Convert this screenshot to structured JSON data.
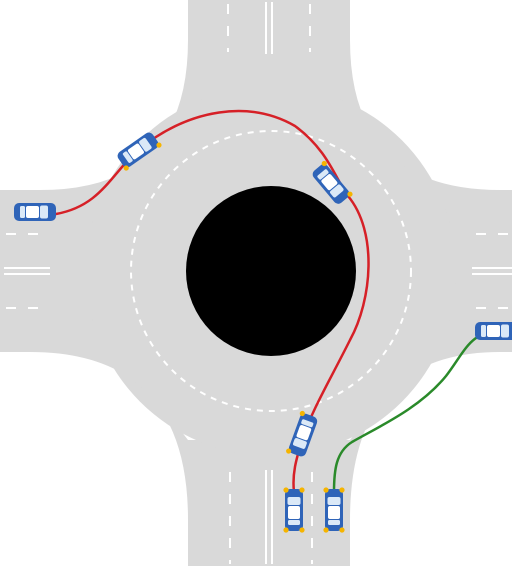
{
  "diagram": {
    "type": "roundabout-illustration",
    "colors": {
      "road": "#d9d9d9",
      "lane_marking": "#ffffff",
      "central_island": "#000000",
      "path_primary": "#d62027",
      "path_secondary": "#2a8a2a",
      "car_body": "#2f64b8",
      "car_window": "#dbe9f7",
      "indicator": "#f5b400"
    },
    "paths": [
      {
        "name": "red-path",
        "color_key": "path_primary"
      },
      {
        "name": "green-path",
        "color_key": "path_secondary"
      }
    ],
    "cars": [
      {
        "name": "car-west-entry"
      },
      {
        "name": "car-northwest"
      },
      {
        "name": "car-northeast"
      },
      {
        "name": "car-southwest"
      },
      {
        "name": "car-south-left-lane"
      },
      {
        "name": "car-south-right-lane"
      },
      {
        "name": "car-east-exit"
      }
    ]
  }
}
